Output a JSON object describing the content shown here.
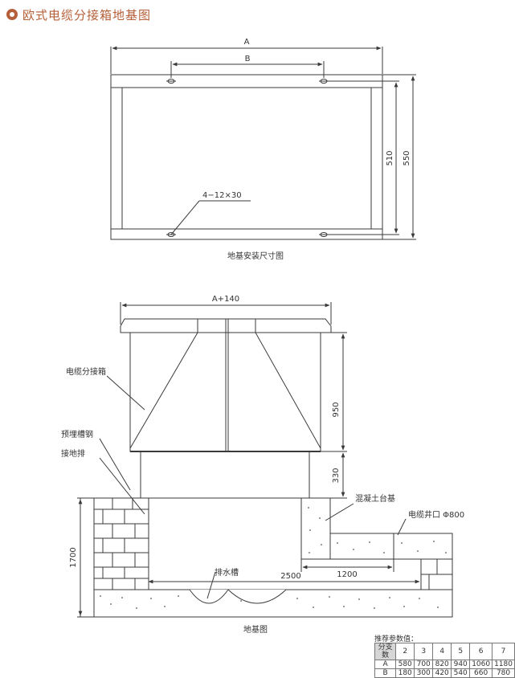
{
  "title": "欧式电缆分接箱地基图",
  "colors": {
    "title": "#b5603a",
    "line": "#3a3a3a"
  },
  "top_view": {
    "caption": "地基安装尺寸图",
    "dim_A": "A",
    "dim_B": "B",
    "dim_510": "510",
    "dim_550": "550",
    "hole_label": "4−12×30"
  },
  "section_view": {
    "caption": "地基图",
    "dim_A140": "A+140",
    "dim_950": "950",
    "dim_330": "330",
    "dim_1700": "1700",
    "dim_1200": "1200",
    "dim_2500": "2500",
    "label_box": "电缆分接箱",
    "label_channel": "预埋槽钢",
    "label_ground": "接地排",
    "label_concrete": "混凝土台基",
    "label_well": "电缆井口 Φ800",
    "label_drain": "排水槽"
  },
  "param_table": {
    "caption": "推荐参数值：",
    "header": [
      "分支数",
      "2",
      "3",
      "4",
      "5",
      "6",
      "7"
    ],
    "rows": [
      [
        "A",
        "580",
        "700",
        "820",
        "940",
        "1060",
        "1180"
      ],
      [
        "B",
        "180",
        "300",
        "420",
        "540",
        "660",
        "780"
      ]
    ]
  }
}
